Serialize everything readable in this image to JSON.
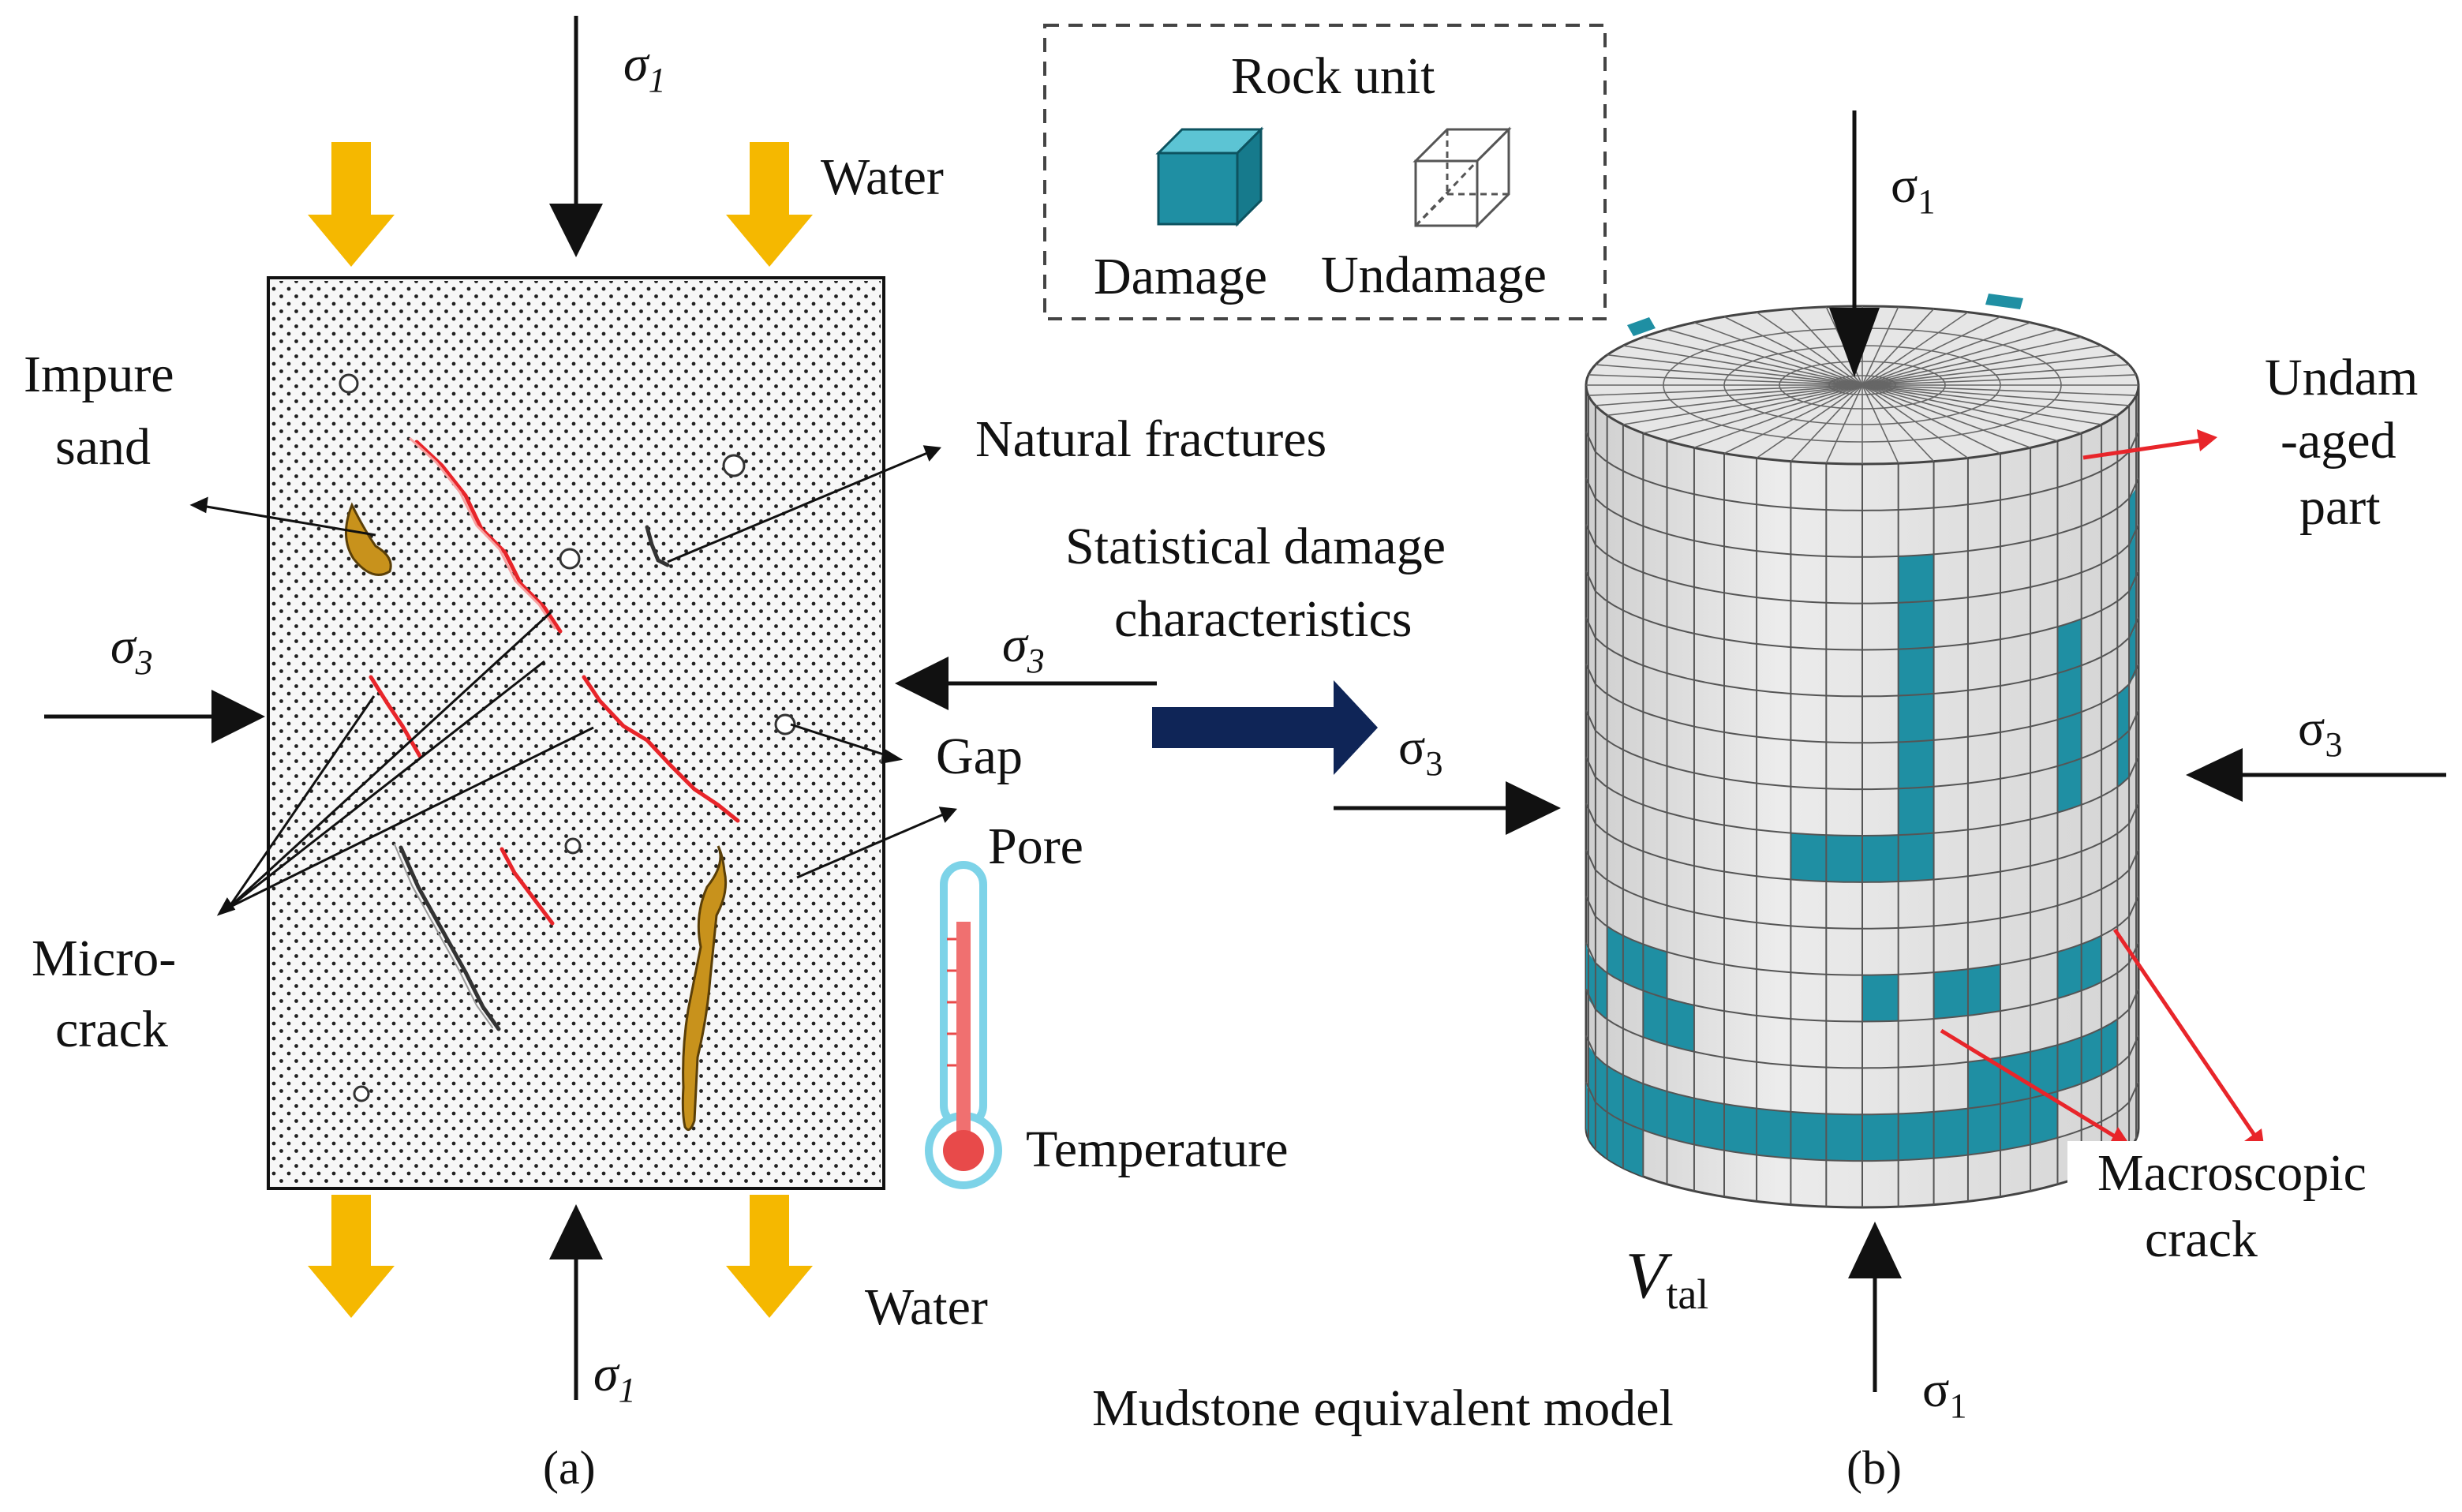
{
  "panel_a": {
    "caption": "(a)",
    "water_top": "Water",
    "water_bottom": "Water",
    "impure_sand_line1": "Impure",
    "impure_sand_line2": "sand",
    "natural_fractures": "Natural fractures",
    "gap": "Gap",
    "pore": "Pore",
    "microcrack_line1": "Micro-",
    "microcrack_line2": "crack",
    "temperature": "Temperature",
    "sigma_symbol": "σ",
    "sigma1_sub": "1",
    "sigma3_sub": "3"
  },
  "legend": {
    "title": "Rock unit",
    "damage": "Damage",
    "undamage": "Undamage"
  },
  "center": {
    "line1": "Statistical damage",
    "line2": "characteristics"
  },
  "panel_b": {
    "caption": "(b)",
    "undamaged_line1": "Undam",
    "undamaged_line2": "-aged",
    "undamaged_line3": "part",
    "macro_line1": "Macroscopic",
    "macro_line2": "crack",
    "volume_symbol": "V",
    "volume_sub": "tal",
    "model_title": "Mudstone equivalent model",
    "sigma_symbol": "σ",
    "sigma1_sub": "1",
    "sigma3_sub": "3",
    "damaged_cells_front": [
      [
        0,
        0
      ],
      [
        1,
        0
      ],
      [
        2,
        0
      ],
      [
        3,
        0
      ],
      [
        4,
        0
      ],
      [
        1,
        1
      ],
      [
        2,
        1
      ],
      [
        3,
        1
      ],
      [
        4,
        1
      ],
      [
        5,
        1
      ],
      [
        6,
        1
      ],
      [
        7,
        1
      ],
      [
        8,
        1
      ],
      [
        9,
        1
      ],
      [
        10,
        1
      ],
      [
        11,
        1
      ],
      [
        12,
        1
      ],
      [
        13,
        1
      ],
      [
        14,
        1
      ],
      [
        15,
        1
      ],
      [
        16,
        1
      ],
      [
        17,
        1
      ],
      [
        15,
        2
      ],
      [
        16,
        2
      ],
      [
        17,
        2
      ],
      [
        18,
        2
      ],
      [
        19,
        2
      ],
      [
        20,
        2
      ],
      [
        0,
        3
      ],
      [
        1,
        3
      ],
      [
        2,
        3
      ],
      [
        5,
        3
      ],
      [
        6,
        3
      ],
      [
        3,
        4
      ],
      [
        4,
        4
      ],
      [
        5,
        4
      ],
      [
        12,
        4
      ],
      [
        14,
        4
      ],
      [
        15,
        4
      ],
      [
        18,
        4
      ],
      [
        19,
        4
      ]
    ],
    "damaged_cells_upper": [
      [
        13,
        0
      ],
      [
        13,
        1
      ],
      [
        13,
        2
      ],
      [
        13,
        3
      ],
      [
        13,
        4
      ],
      [
        13,
        5
      ],
      [
        13,
        6
      ],
      [
        18,
        2
      ],
      [
        18,
        3
      ],
      [
        18,
        4
      ],
      [
        18,
        5
      ],
      [
        22,
        0
      ],
      [
        22,
        1
      ],
      [
        22,
        2
      ],
      [
        22,
        3
      ],
      [
        21,
        4
      ],
      [
        21,
        5
      ],
      [
        10,
        6
      ],
      [
        11,
        6
      ],
      [
        12,
        6
      ]
    ]
  },
  "colors": {
    "damage": "#1f8fa3",
    "undamaged": "#e3e3e3",
    "water_arrow": "#f5b800",
    "crack_red": "#e8252a",
    "sand": "#c8921c",
    "big_arrow": "#0f2557"
  }
}
